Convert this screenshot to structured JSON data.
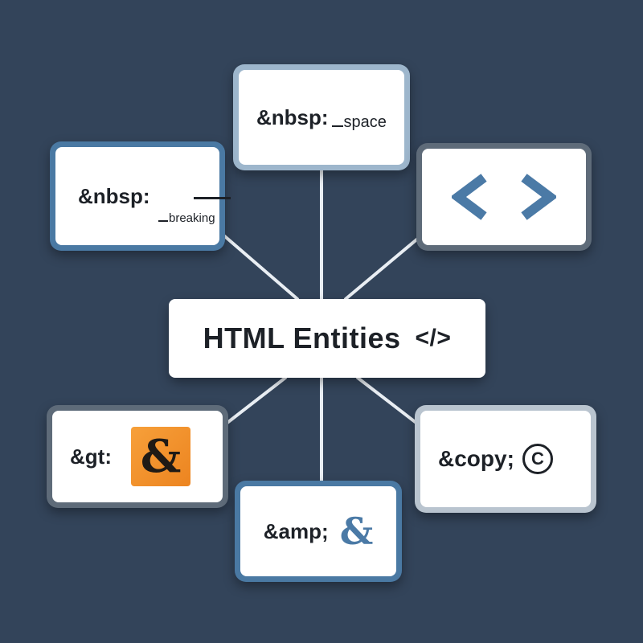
{
  "center": {
    "title": "HTML Entities",
    "tag": "</>"
  },
  "nodes": {
    "nbsp_space": {
      "code": "&nbsp:",
      "sub": "space"
    },
    "nbsp_breaking": {
      "code": "&nbsp:",
      "sub": "breaking"
    },
    "angle_brackets": {
      "icon": "angle-brackets-icon"
    },
    "gt": {
      "code": "&gt:",
      "symbol": "&"
    },
    "amp": {
      "code": "&amp;",
      "symbol": "&"
    },
    "copy": {
      "code": "&copy;",
      "symbol": "C"
    }
  },
  "colors": {
    "background": "#33445a",
    "frame_blue": "#4a79a3",
    "accent_orange": "#f29230",
    "amp_blue": "#4b7aa6"
  }
}
